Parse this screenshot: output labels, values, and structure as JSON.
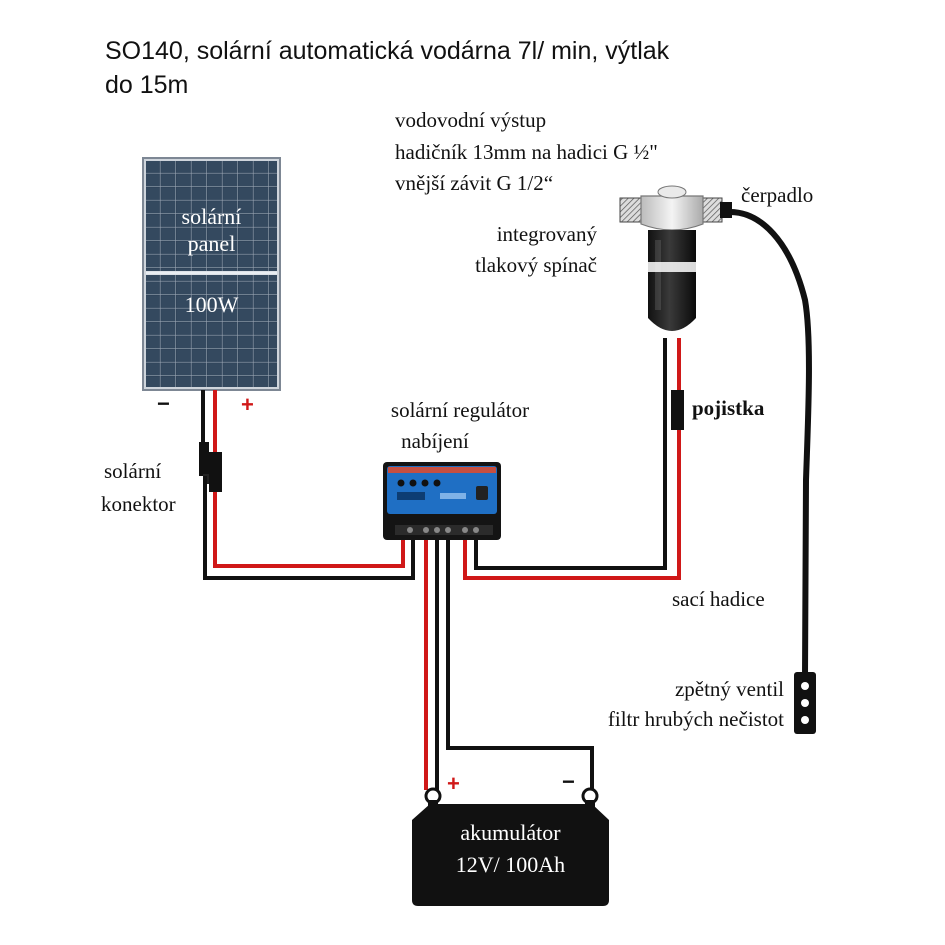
{
  "title": {
    "line1": "SO140, solární automatická vodárna 7l/ min, výtlak",
    "line2": "do 15m"
  },
  "labels": {
    "outlet_1": "vodovodní výstup",
    "outlet_2": "hadičník 13mm na hadici G ½\"",
    "outlet_3": "vnější závit G 1/2“",
    "pump": "čerpadlo",
    "pressure_switch_1": "integrovaný",
    "pressure_switch_2": "tlakový spínač",
    "fuse": "pojistka",
    "regulator_1": "solární regulátor",
    "regulator_2": "nabíjení",
    "connector_1": "solární",
    "connector_2": "konektor",
    "suction_hose": "sací hadice",
    "check_valve_1": "zpětný ventil",
    "check_valve_2": "filtr hrubých nečistot"
  },
  "solar_panel": {
    "line1": "solární",
    "line2": "panel",
    "power": "100W",
    "minus": "−",
    "plus": "+"
  },
  "battery": {
    "line1": "akumulátor",
    "line2": "12V/ 100Ah",
    "plus": "+",
    "minus": "−"
  },
  "colors": {
    "wire_red": "#d01818",
    "wire_black": "#111111",
    "panel_blue": "#2a3b52",
    "regulator_blue": "#1f6fc4",
    "polarity_red": "#d01818"
  }
}
